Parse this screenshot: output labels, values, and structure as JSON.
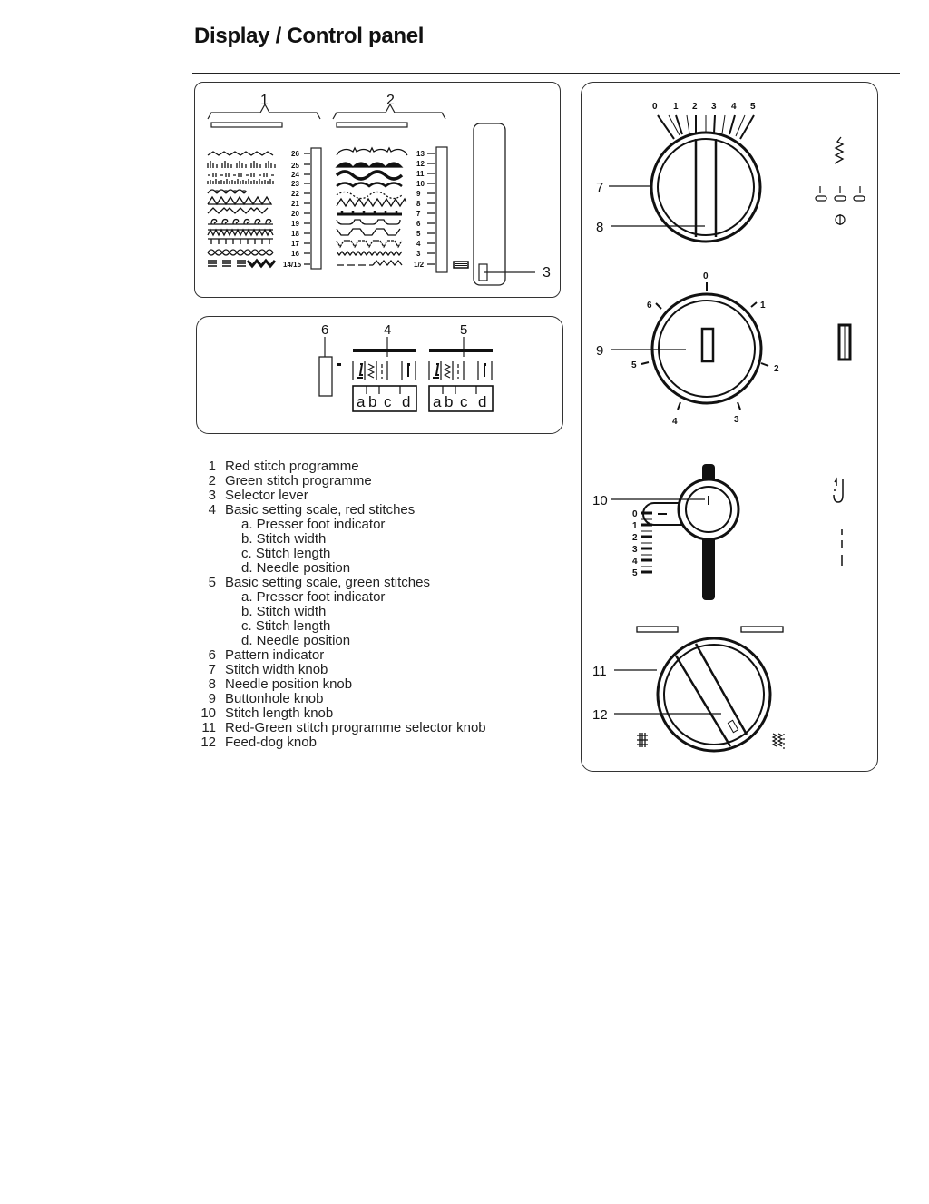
{
  "page": {
    "title": "Display / Control panel"
  },
  "programmes_panel": {
    "red_callout": "1",
    "green_callout": "2",
    "selector_callout": "3",
    "red_stitches": [
      {
        "number": "26",
        "pattern": "feather-stitch"
      },
      {
        "number": "25",
        "pattern": "satin-blocks"
      },
      {
        "number": "24",
        "pattern": "dash-blocks"
      },
      {
        "number": "23",
        "pattern": "comb-stitch"
      },
      {
        "number": "22",
        "pattern": "loop-stitch"
      },
      {
        "number": "21",
        "pattern": "triangle-stitch"
      },
      {
        "number": "20",
        "pattern": "chevron-stitch"
      },
      {
        "number": "19",
        "pattern": "curl-stitch"
      },
      {
        "number": "18",
        "pattern": "zigzag-overlock"
      },
      {
        "number": "17",
        "pattern": "blanket-stitch"
      },
      {
        "number": "16",
        "pattern": "braid-stitch"
      },
      {
        "number": "14/15",
        "pattern": "straight-and-zigzag"
      }
    ],
    "green_stitches": [
      {
        "number": "13",
        "pattern": "scallop-points"
      },
      {
        "number": "12",
        "pattern": "solid-scallops"
      },
      {
        "number": "11",
        "pattern": "satin-wave"
      },
      {
        "number": "10",
        "pattern": "thick-wave"
      },
      {
        "number": "9",
        "pattern": "dotted-wave"
      },
      {
        "number": "8",
        "pattern": "arch-stitch"
      },
      {
        "number": "7",
        "pattern": "bar-stitch"
      },
      {
        "number": "6",
        "pattern": "step-stitch"
      },
      {
        "number": "5",
        "pattern": "trapezoid-stitch"
      },
      {
        "number": "4",
        "pattern": "v-stitch"
      },
      {
        "number": "3",
        "pattern": "multi-zigzag"
      },
      {
        "number": "1/2",
        "pattern": "straight-and-zigzag"
      }
    ]
  },
  "scale_panel": {
    "pattern_indicator_callout": "6",
    "red_scale_callout": "4",
    "green_scale_callout": "5",
    "scale_letters": [
      "a",
      "b",
      "c",
      "d"
    ]
  },
  "controls_panel": {
    "stitch_width": {
      "callout_width": "7",
      "callout_needle": "8",
      "ticks": [
        "0",
        "1",
        "2",
        "3",
        "4",
        "5"
      ]
    },
    "buttonhole": {
      "callout": "9",
      "ticks": [
        "0",
        "1",
        "2",
        "3",
        "4",
        "5",
        "6"
      ]
    },
    "stitch_length": {
      "callout": "10",
      "ticks": [
        "0",
        "1",
        "2",
        "3",
        "4",
        "5"
      ]
    },
    "programme_selector": {
      "callout_selector": "11",
      "callout_feed_dog": "12"
    }
  },
  "legend": [
    {
      "num": "1",
      "text": "Red stitch programme"
    },
    {
      "num": "2",
      "text": "Green stitch programme"
    },
    {
      "num": "3",
      "text": "Selector lever"
    },
    {
      "num": "4",
      "text": "Basic setting scale, red stitches"
    },
    {
      "num": "",
      "text": "a. Presser foot indicator",
      "sub": true
    },
    {
      "num": "",
      "text": "b. Stitch width",
      "sub": true
    },
    {
      "num": "",
      "text": "c. Stitch length",
      "sub": true
    },
    {
      "num": "",
      "text": "d. Needle position",
      "sub": true
    },
    {
      "num": "5",
      "text": "Basic setting scale, green stitches"
    },
    {
      "num": "",
      "text": "a. Presser foot indicator",
      "sub": true
    },
    {
      "num": "",
      "text": "b. Stitch width",
      "sub": true
    },
    {
      "num": "",
      "text": "c. Stitch length",
      "sub": true
    },
    {
      "num": "",
      "text": "d. Needle position",
      "sub": true
    },
    {
      "num": "6",
      "text": "Pattern indicator"
    },
    {
      "num": "7",
      "text": "Stitch width knob"
    },
    {
      "num": "8",
      "text": "Needle position knob"
    },
    {
      "num": "9",
      "text": "Buttonhole knob"
    },
    {
      "num": "10",
      "text": "Stitch length knob"
    },
    {
      "num": "11",
      "text": "Red-Green stitch programme selector knob"
    },
    {
      "num": "12",
      "text": "Feed-dog knob"
    }
  ]
}
